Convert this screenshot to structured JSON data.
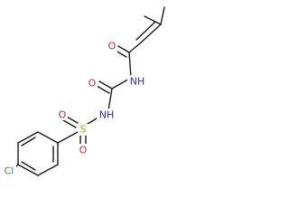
{
  "molecule": {
    "atoms": {
      "O_top": "O",
      "NH_top": "NH",
      "O_mid": "O",
      "NH_mid": "NH",
      "S": "S",
      "O_s_left": "O",
      "O_s_bottom": "O",
      "Cl": "Cl"
    }
  },
  "colors": {
    "bond": "#1a1a1a",
    "oxygen": "#cc2a2a",
    "nitrogen": "#2a2acc",
    "sulfur": "#b8a400",
    "chlorine": "#2a9a2a"
  }
}
